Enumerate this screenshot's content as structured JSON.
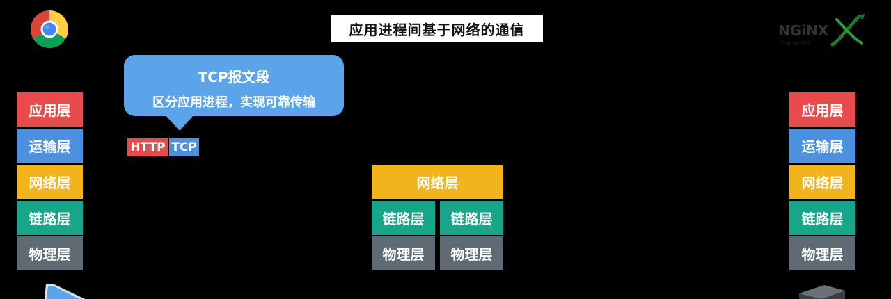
{
  "title": "应用进程间基于网络的通信",
  "icons": {
    "left_browser": "chrome-logo-icon",
    "right_server": "nginx-logo-icon",
    "nginx_wordmark": "NGiNX",
    "nginx_tagline": "http server"
  },
  "left_stack": [
    "应用层",
    "运输层",
    "网络层",
    "链路层",
    "物理层"
  ],
  "router": {
    "network": "网络层",
    "link": [
      "链路层",
      "链路层"
    ],
    "physical": [
      "物理层",
      "物理层"
    ]
  },
  "right_stack": [
    "应用层",
    "运输层",
    "网络层",
    "链路层",
    "物理层"
  ],
  "callout": {
    "title": "TCP报文段",
    "text": "区分应用进程，实现可靠传输"
  },
  "segment": {
    "http": "HTTP",
    "tcp": "TCP"
  },
  "colors": {
    "application": "#e84b4b",
    "transport": "#4b91df",
    "network": "#f1b41c",
    "link": "#18a68a",
    "physical": "#5f6a74",
    "callout": "#5ba4ea"
  }
}
